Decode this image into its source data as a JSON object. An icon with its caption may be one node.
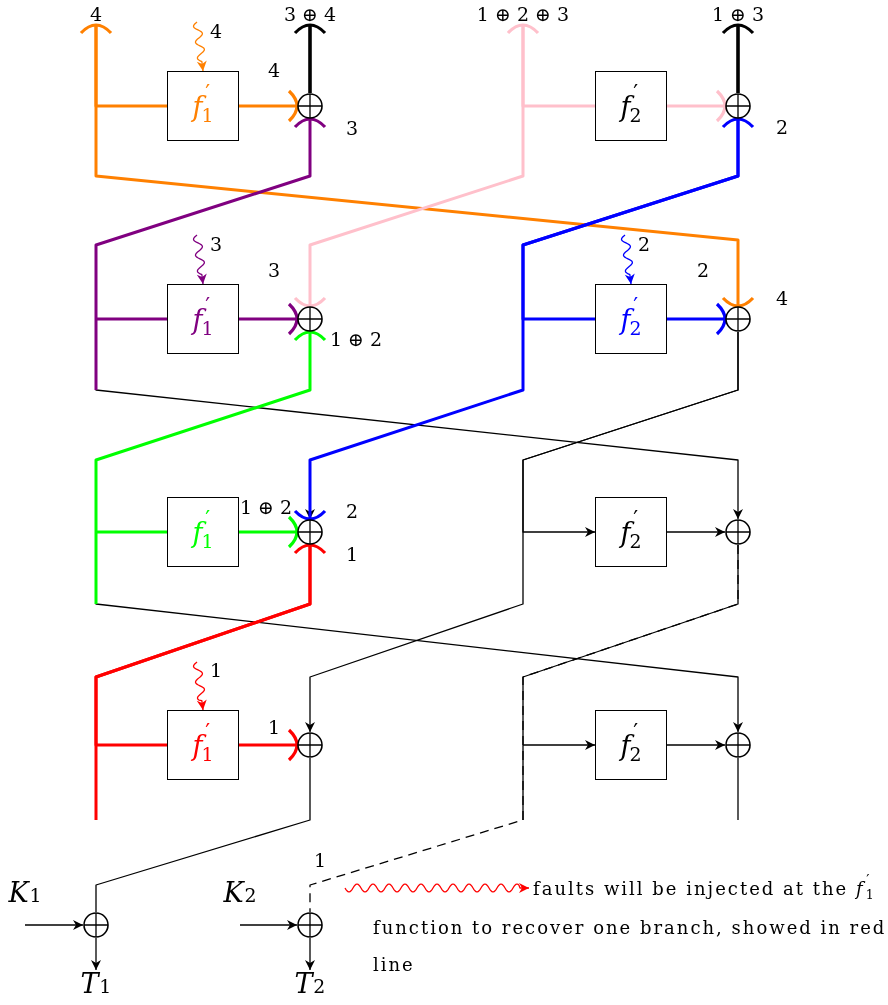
{
  "diagram": {
    "nodes": [
      {
        "text": [
          "*f*$^{′}$$_{1}$"
        ]
      },
      {
        "text": [],
        "shape": "circle"
      },
      {
        "text": [
          "*f*$^{′}$$_{2}$"
        ]
      },
      {
        "text": [],
        "shape": "circle"
      },
      {
        "text": [
          "*f*$^{′}$$_{1}$"
        ]
      },
      {
        "text": [],
        "shape": "circle"
      },
      {
        "text": [
          "*f*$^{′}$$_{2}$"
        ]
      },
      {
        "text": [],
        "shape": "circle"
      },
      {
        "text": [
          "*f*$^{′}$$_{1}$"
        ]
      },
      {
        "text": [],
        "shape": "circle"
      },
      {
        "text": [
          "*f*$^{′}$$_{2}$"
        ]
      },
      {
        "text": [],
        "shape": "circle"
      },
      {
        "text": [
          "*f*$^{′}$$_{1}$"
        ]
      },
      {
        "text": [],
        "shape": "circle"
      },
      {
        "text": [
          "*f*$^{′}$$_{2}$"
        ]
      },
      {
        "text": [],
        "shape": "circle"
      },
      {
        "text": [],
        "shape": "circle"
      },
      {
        "text": [],
        "shape": "circle"
      },
      {
        "text": [
          "*K*$_{1}$"
        ]
      },
      {
        "text": [
          "*K*$_{2}$"
        ]
      },
      {
        "text": [
          "*T*$_{1}$"
        ]
      },
      {
        "text": [
          "*T*$_{2}$"
        ]
      },
      {
        "text": [
          "faults will be injected at the *f*$^{′}$$_{1}$ function to recover one branch, showed in red line"
        ]
      },
      {
        "text": [
          "4"
        ]
      },
      {
        "text": [
          "3 ⊕ 4"
        ]
      },
      {
        "text": [
          "1 ⊕ 2 ⊕ 3"
        ]
      },
      {
        "text": [
          "1 ⊕ 3"
        ]
      }
    ],
    "edges": [
      {
        "from": 23,
        "to": 7,
        "arrow": "other",
        "style": "thick",
        "color": "#ff8000"
      },
      {
        "from": 23,
        "to": 0,
        "arrow": "none",
        "style": "thick",
        "color": "#ff8000"
      },
      {
        "from": 0,
        "to": 1,
        "arrow": "other",
        "style": "thick",
        "color": "#ff8000"
      },
      {
        "from": 1,
        "to": 24,
        "arrow": "other",
        "style": "thick"
      },
      {
        "from": 4,
        "to": 1,
        "arrow": "other",
        "style": "thick",
        "color": "#800080"
      },
      {
        "from": 1,
        "to": 11,
        "arrow": "to"
      },
      {
        "from": 25,
        "to": 5,
        "arrow": "other",
        "style": "thick",
        "color": "#ffc0cb"
      },
      {
        "from": 25,
        "to": 2,
        "arrow": "none",
        "style": "thick",
        "color": "#ffc0cb"
      },
      {
        "from": 2,
        "to": 3,
        "arrow": "other",
        "style": "thick",
        "color": "#ffc0cb"
      },
      {
        "from": 3,
        "to": 26,
        "arrow": "other",
        "style": "thick"
      },
      {
        "from": 6,
        "to": 3,
        "arrow": "other",
        "style": "thick",
        "color": "#0000ff"
      },
      {
        "from": 3,
        "to": 9,
        "arrow": "to"
      },
      {
        "from": 3,
        "to": 9,
        "arrow": "other",
        "style": "thick",
        "color": "#0000ff"
      },
      {
        "from": 4,
        "to": 5,
        "arrow": "other",
        "style": "thick",
        "color": "#800080"
      },
      {
        "from": 8,
        "to": 5,
        "arrow": "other",
        "style": "thick",
        "color": "#00ff00"
      },
      {
        "from": 5,
        "to": 15,
        "arrow": "to"
      },
      {
        "from": 6,
        "to": 7,
        "arrow": "other",
        "style": "thick",
        "color": "#0000ff"
      },
      {
        "from": 7,
        "to": 10,
        "arrow": "to"
      },
      {
        "from": 7,
        "to": 13,
        "arrow": "to"
      },
      {
        "from": 8,
        "to": 9,
        "arrow": "other",
        "style": "thick",
        "color": "#00ff00"
      },
      {
        "from": 12,
        "to": 9,
        "arrow": "other",
        "style": "thick",
        "color": "#ff0000"
      },
      {
        "from": 9,
        "to": null,
        "arrow": "none",
        "style": "thick",
        "color": "#ff0000"
      },
      {
        "from": 10,
        "to": 11,
        "arrow": "to"
      },
      {
        "from": 11,
        "to": 14,
        "arrow": "to"
      },
      {
        "from": 11,
        "to": 17,
        "arrow": "none",
        "style": "dashed"
      },
      {
        "from": 13,
        "to": 16,
        "arrow": "none"
      },
      {
        "from": 12,
        "to": 13,
        "arrow": "other",
        "style": "thick",
        "color": "#ff0000"
      },
      {
        "from": 14,
        "to": 15,
        "arrow": "to"
      },
      {
        "from": 15,
        "to": null,
        "arrow": "none"
      },
      {
        "from": 18,
        "to": 16,
        "arrow": "to"
      },
      {
        "from": 16,
        "to": 20,
        "arrow": "to"
      },
      {
        "from": 19,
        "to": 17,
        "arrow": "to"
      },
      {
        "from": 17,
        "to": 21,
        "arrow": "to"
      },
      {
        "from": null,
        "to": 22,
        "arrow": "to",
        "color": "#ff0000"
      },
      {
        "from": null,
        "to": 0,
        "arrow": "to",
        "label": "4",
        "color": "#ff8000"
      },
      {
        "from": null,
        "to": 4,
        "arrow": "to",
        "label": "3",
        "color": "#800080"
      },
      {
        "from": null,
        "to": 6,
        "arrow": "to",
        "label": "2",
        "color": "#0000ff"
      },
      {
        "from": null,
        "to": 12,
        "arrow": "to",
        "label": "1",
        "color": "#ff0000"
      }
    ],
    "labels": [
      "4",
      "3",
      "2",
      "3",
      "2",
      "4",
      "1 ⊕ 2",
      "1 ⊕ 2",
      "2",
      "1",
      "1",
      "1"
    ]
  }
}
